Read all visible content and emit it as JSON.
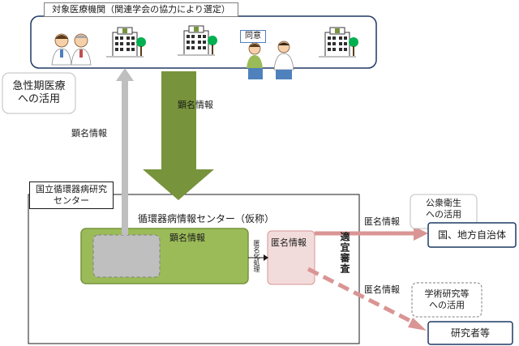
{
  "hospitals": {
    "title": "対象医療機関（関連学会の協力により選定）",
    "consent_badge": "同意"
  },
  "acute_care": {
    "label": "急性期医療\nへの活用"
  },
  "arrows": {
    "down_label": "顕名情報",
    "up_label": "顕名情報",
    "public_label": "匿名情報",
    "research_label": "匿名情報"
  },
  "ncvc": {
    "label": "国立循環器病研究\nセンター"
  },
  "center": {
    "title": "循環器病情報センター（仮称）"
  },
  "named_box": {
    "label": "顕名情報"
  },
  "anon_process": {
    "label": "匿名化処理"
  },
  "anon_box": {
    "label": "匿名情報"
  },
  "review": {
    "label": "適宜審査"
  },
  "public_health": {
    "label": "公衆衛生\nへの活用"
  },
  "government": {
    "label": "国、地方自治体"
  },
  "academic": {
    "label": "学術研究等\nへの活用"
  },
  "researchers": {
    "label": "研究者等"
  },
  "colors": {
    "green_dark": "#77933c",
    "green_light": "#9bbb59",
    "pink": "#e6b9b8",
    "pink_arrow": "#d99594",
    "navy": "#1f3864",
    "grey": "#bfbfbf"
  }
}
